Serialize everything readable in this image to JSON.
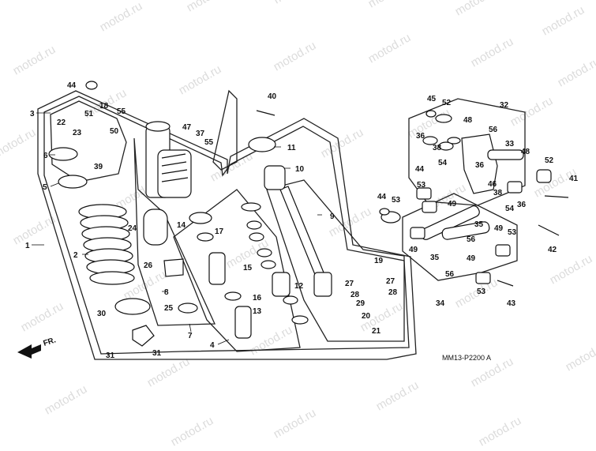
{
  "diagram": {
    "code": "MM13-P2200 A",
    "direction_label": "FR.",
    "watermark": "motod.ru"
  },
  "callouts": [
    "1",
    "2",
    "3",
    "4",
    "5",
    "6",
    "7",
    "8",
    "9",
    "10",
    "11",
    "12",
    "13",
    "14",
    "15",
    "16",
    "17",
    "18",
    "19",
    "20",
    "21",
    "22",
    "23",
    "24",
    "25",
    "26",
    "27",
    "28",
    "29",
    "30",
    "31",
    "32",
    "33",
    "34",
    "35",
    "36",
    "37",
    "38",
    "39",
    "40",
    "41",
    "42",
    "43",
    "44",
    "45",
    "46",
    "47",
    "48",
    "49",
    "50",
    "51",
    "52",
    "53",
    "54",
    "55",
    "56"
  ]
}
